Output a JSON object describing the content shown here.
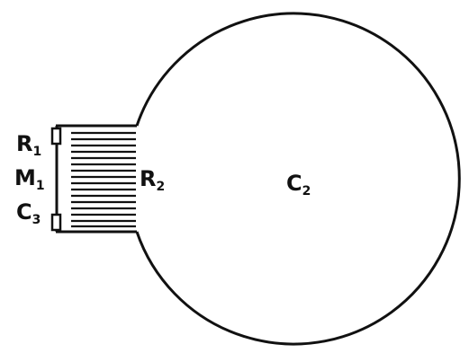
{
  "diagram": {
    "labels": {
      "r1": {
        "main": "R",
        "sub": "1"
      },
      "m1": {
        "main": "M",
        "sub": "1"
      },
      "c3": {
        "main": "C",
        "sub": "3"
      },
      "r2": {
        "main": "R",
        "sub": "2"
      },
      "c2": {
        "main": "C",
        "sub": "2"
      }
    },
    "colors": {
      "ink": "#111111",
      "background": "#ffffff"
    }
  }
}
